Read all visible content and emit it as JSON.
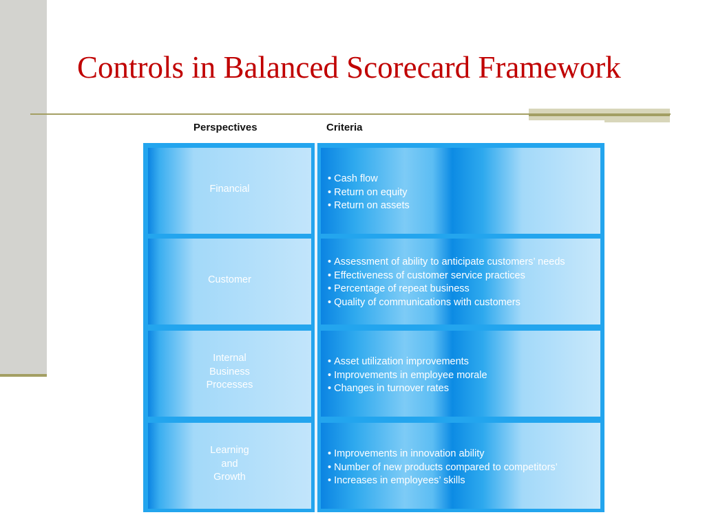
{
  "slide": {
    "title": "Controls in Balanced Scorecard Framework"
  },
  "table": {
    "headers": {
      "perspectives": "Perspectives",
      "criteria": "Criteria"
    },
    "rows": [
      {
        "perspective": "Financial",
        "criteria": [
          "Cash flow",
          "Return on equity",
          "Return on assets"
        ]
      },
      {
        "perspective": "Customer",
        "criteria": [
          "Assessment of ability to anticipate customers’ needs",
          "Effectiveness of customer service practices",
          "Percentage of repeat business",
          "Quality of communications with customers"
        ]
      },
      {
        "perspective": "Internal\nBusiness\nProcesses",
        "criteria": [
          "Asset utilization improvements",
          "Improvements in employee morale",
          "Changes in turnover rates"
        ]
      },
      {
        "perspective": "Learning\nand\nGrowth",
        "criteria": [
          "Improvements in innovation ability",
          "Number of new products compared to competitors’",
          "Increases in employees’ skills"
        ]
      }
    ]
  },
  "colors": {
    "title": "#c00000",
    "accent_rule": "#a39f63",
    "side_bar": "#d3d3cf",
    "table_blue": "#23a5ee"
  }
}
